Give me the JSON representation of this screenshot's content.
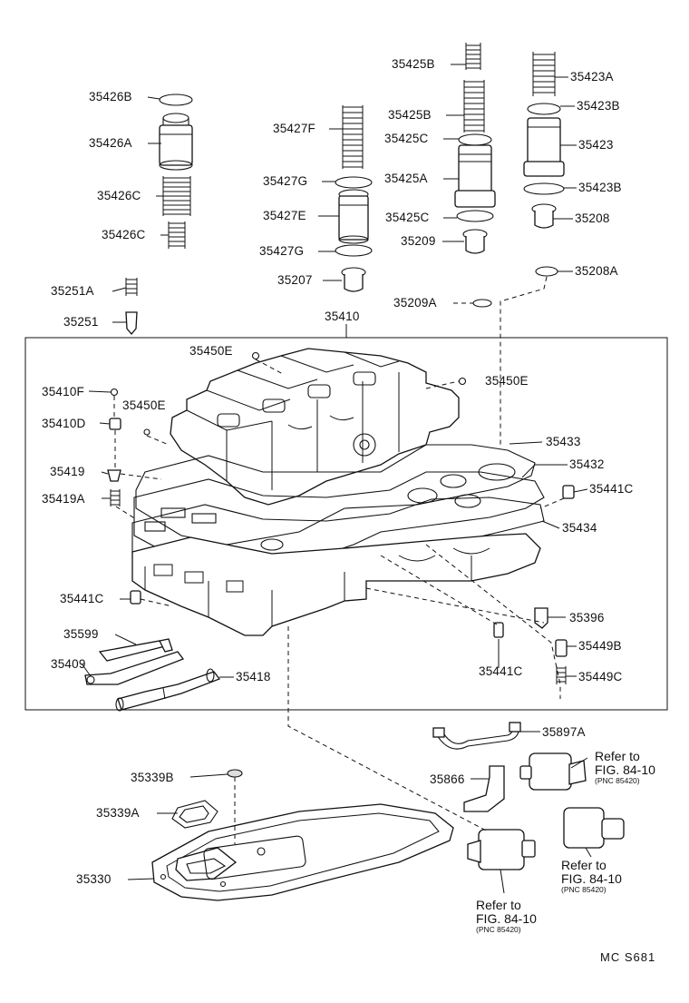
{
  "labels": {
    "p35426B": "35426B",
    "p35426A": "35426A",
    "p35426C1": "35426C",
    "p35426C2": "35426C",
    "p35427F": "35427F",
    "p35427G1": "35427G",
    "p35427E": "35427E",
    "p35427G2": "35427G",
    "p35207": "35207",
    "p35425B1": "35425B",
    "p35425B2": "35425B",
    "p35425C1": "35425C",
    "p35425A": "35425A",
    "p35425C2": "35425C",
    "p35209": "35209",
    "p35209A": "35209A",
    "p35423A": "35423A",
    "p35423B1": "35423B",
    "p35423": "35423",
    "p35423B2": "35423B",
    "p35208": "35208",
    "p35208A": "35208A",
    "p35251A": "35251A",
    "p35251": "35251",
    "p35410": "35410",
    "p35450E1": "35450E",
    "p35450E2": "35450E",
    "p35450E3": "35450E",
    "p35410F": "35410F",
    "p35410D": "35410D",
    "p35419": "35419",
    "p35419A": "35419A",
    "p35433": "35433",
    "p35432": "35432",
    "p35441C1": "35441C",
    "p35434": "35434",
    "p35441C2": "35441C",
    "p35396": "35396",
    "p35599": "35599",
    "p35409": "35409",
    "p35418": "35418",
    "p35449B": "35449B",
    "p35441C3": "35441C",
    "p35449C": "35449C",
    "p35897A": "35897A",
    "p35339B": "35339B",
    "p35866": "35866",
    "p35339A": "35339A",
    "p35330": "35330"
  },
  "refs": {
    "ref1": {
      "line1": "Refer to",
      "line2": "FIG. 84-10",
      "pnc": "(PNC 85420)"
    },
    "ref2": {
      "line1": "Refer to",
      "line2": "FIG. 84-10",
      "pnc": "(PNC 85420)"
    },
    "ref3": {
      "line1": "Refer to",
      "line2": "FIG. 84-10",
      "pnc": "(PNC 85420)"
    }
  },
  "footer": {
    "code": "MC  S681"
  }
}
